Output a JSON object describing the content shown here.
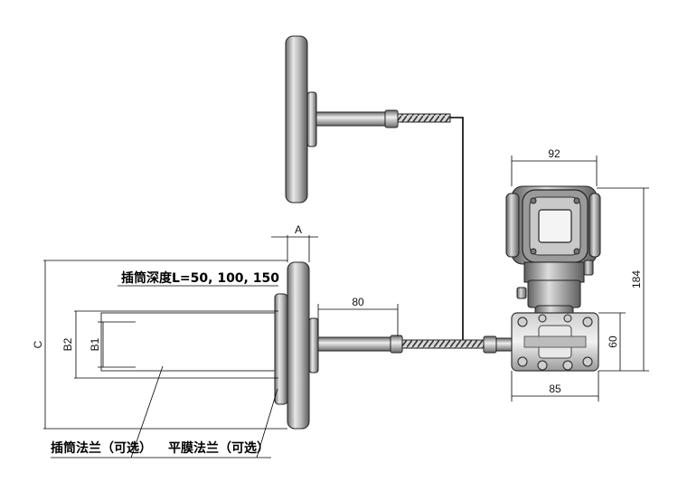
{
  "labels": {
    "insert_depth": "插筒深度L=50, 100, 150",
    "insert_flange": "插筒法兰（可选）",
    "flat_flange": "平膜法兰（可选）"
  },
  "dimensions": {
    "a": "A",
    "c": "C",
    "b1": "B1",
    "b2": "B2",
    "d80": "80",
    "d92": "92",
    "d184": "184",
    "d60": "60",
    "d85": "85"
  }
}
